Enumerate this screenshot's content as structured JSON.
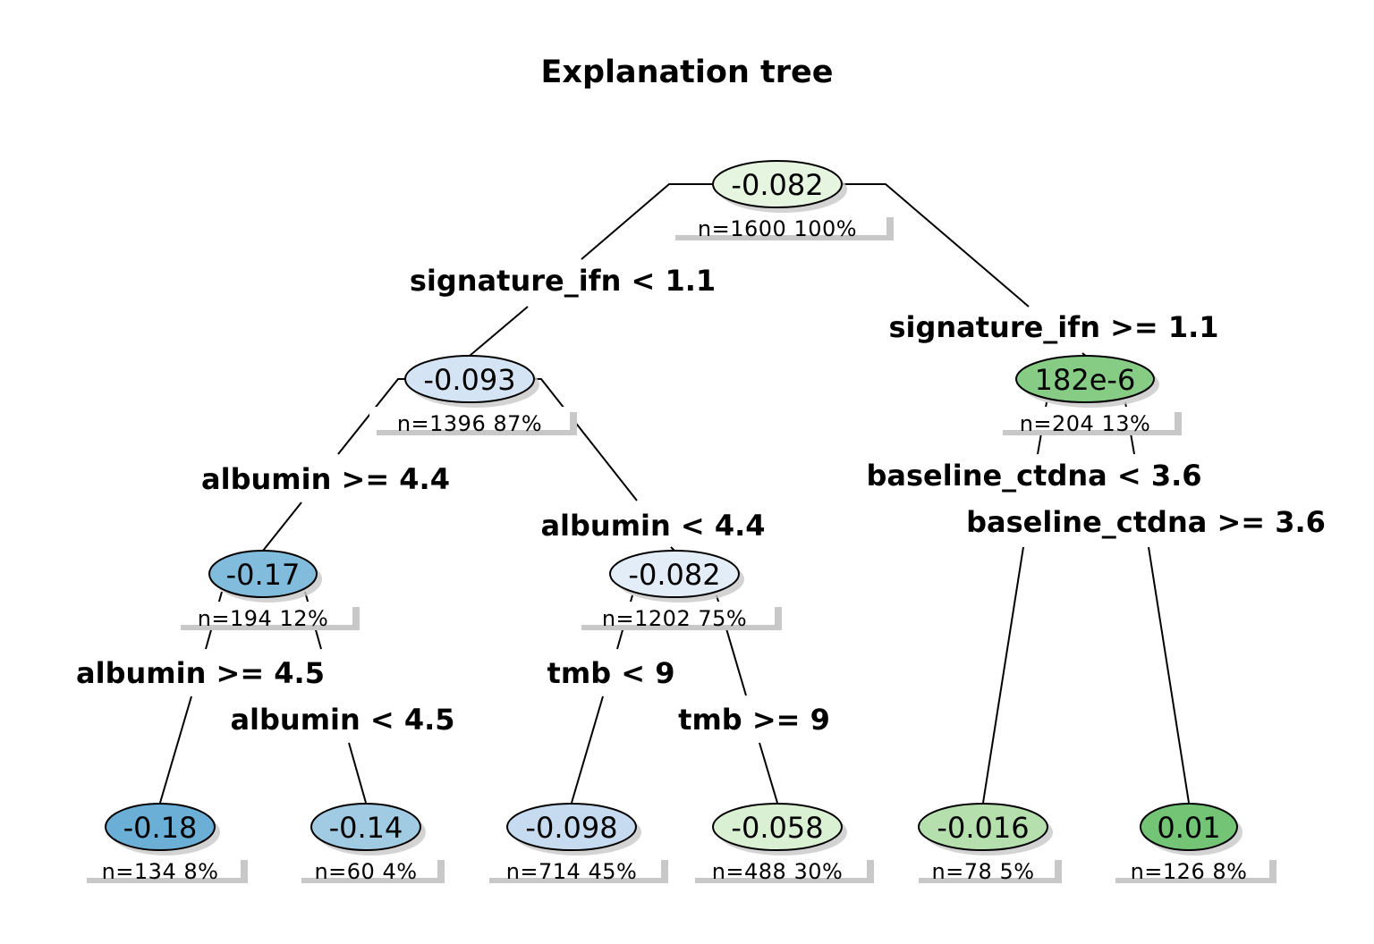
{
  "title": "Explanation tree",
  "nodes": {
    "root": {
      "value": "-0.082",
      "info": "n=1600  100%",
      "color": "#e5f5e0"
    },
    "n2": {
      "value": "-0.093",
      "info": "n=1396  87%",
      "color": "#d4e4f4"
    },
    "n3": {
      "value": "182e-6",
      "info": "n=204  13%",
      "color": "#86cc85"
    },
    "n4": {
      "value": "-0.17",
      "info": "n=194  12%",
      "color": "#82bcdc"
    },
    "n5": {
      "value": "-0.082",
      "info": "n=1202  75%",
      "color": "#e3edf8"
    },
    "l1": {
      "value": "-0.18",
      "info": "n=134  8%",
      "color": "#6baed6"
    },
    "l2": {
      "value": "-0.14",
      "info": "n=60  4%",
      "color": "#a0cbe2"
    },
    "l3": {
      "value": "-0.098",
      "info": "n=714  45%",
      "color": "#c6dbef"
    },
    "l4": {
      "value": "-0.058",
      "info": "n=488  30%",
      "color": "#d9f0d3"
    },
    "l5": {
      "value": "-0.016",
      "info": "n=78  5%",
      "color": "#b5e0ae"
    },
    "l6": {
      "value": "0.01",
      "info": "n=126  8%",
      "color": "#74c476"
    }
  },
  "splits": {
    "root_left": "signature_ifn < 1.1",
    "root_right": "signature_ifn >= 1.1",
    "n2_left": "albumin >= 4.4",
    "n2_right": "albumin < 4.4",
    "n3_left": "baseline_ctdna < 3.6",
    "n3_right": "baseline_ctdna >= 3.6",
    "n4_left": "albumin >= 4.5",
    "n4_right": "albumin < 4.5",
    "n5_left": "tmb < 9",
    "n5_right": "tmb >= 9"
  }
}
